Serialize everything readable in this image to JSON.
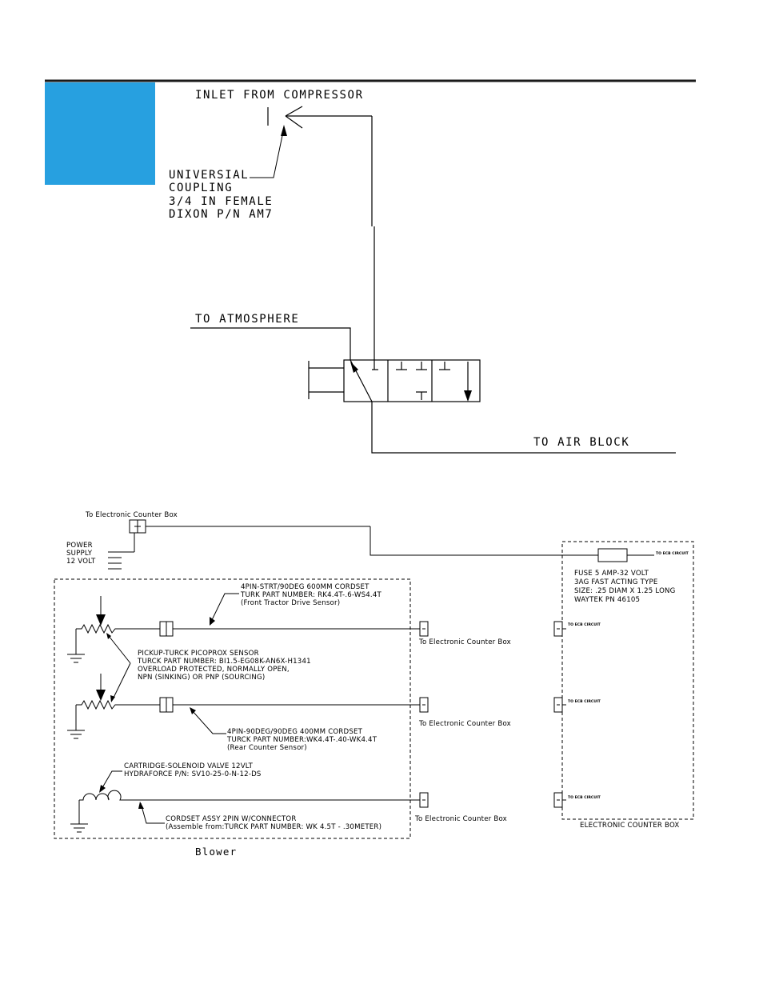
{
  "accent_color": "#27a0e0",
  "pneumatic": {
    "inlet_label": "INLET FROM COMPRESSOR",
    "coupling_lines": [
      "UNIVERSIAL",
      "COUPLING",
      "3/4 IN FEMALE",
      "DIXON P/N AM7"
    ],
    "atmosphere_label": "TO ATMOSPHERE",
    "air_block_label": "TO AIR BLOCK"
  },
  "electrical": {
    "power_connector_label": "To Electronic Counter Box",
    "power_supply_lines": [
      "POWER",
      "SUPPLY",
      "12 VOLT"
    ],
    "fuse_circuit_label": "TO ECB CIRCUIT",
    "fuse_lines": [
      "FUSE 5 AMP-32 VOLT",
      "3AG FAST ACTING TYPE",
      "SIZE: .25 DIAM X 1.25 LONG",
      "WAYTEK PN 46105"
    ],
    "cordset_front_lines": [
      "4PIN-STRT/90DEG 600MM CORDSET",
      "TURK PART NUMBER: RK4.4T-.6-WS4.4T",
      "(Front Tractor Drive Sensor)"
    ],
    "sensor_lines": [
      "PICKUP-TURCK PICOPROX SENSOR",
      "TURCK PART NUMBER: BI1.5-EG08K-AN6X-H1341",
      "OVERLOAD PROTECTED, NORMALLY OPEN,",
      "NPN (SINKING) OR PNP (SOURCING)"
    ],
    "cordset_rear_lines": [
      "4PIN-90DEG/90DEG 400MM CORDSET",
      "TURCK PART NUMBER:WK4.4T-.40-WK4.4T",
      "(Rear Counter Sensor)"
    ],
    "solenoid_lines": [
      "CARTRIDGE-SOLENOID VALVE 12VLT",
      "HYDRAFORCE P/N: SV10-25-0-N-12-DS"
    ],
    "cordset_2pin_lines": [
      "CORDSET ASSY 2PIN W/CONNECTOR",
      "(Assemble from:TURCK PART NUMBER: WK 4.5T - .30METER)"
    ],
    "to_counter_box_label": "To Electronic Counter Box",
    "ecb_circuit_label": "TO ECB CIRCUIT",
    "blower_label": "Blower",
    "counter_box_label": "ELECTRONIC COUNTER BOX"
  }
}
